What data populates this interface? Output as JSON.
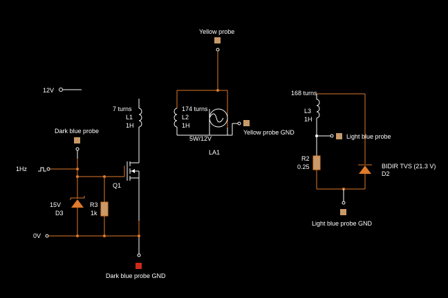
{
  "colors": {
    "background": "#000000",
    "wire_active": "#e07a2c",
    "wire_idle": "#ffffff",
    "probe_fill": "#c89a6a",
    "probe_gnd_red": "#cc2a1a"
  },
  "labels": {
    "v12": "12V",
    "hz": "1Hz",
    "v0": "0V",
    "dark_probe": "Dark blue probe",
    "dark_probe_gnd": "Dark blue probe GND",
    "l1_turns": "7 turns",
    "l1_name": "L1",
    "l1_val": "1H",
    "q1": "Q1",
    "d3_val": "15V",
    "d3_name": "D3",
    "r3_name": "R3",
    "r3_val": "1k",
    "yellow_probe": "Yellow probe",
    "yellow_probe_gnd": "Yellow probe GND",
    "l2_turns": "174 turns",
    "l2_name": "L2",
    "l2_val": "1H",
    "la1_val": "5W/12V",
    "la1_name": "LA1",
    "l3_turns": "168 turns",
    "l3_name": "L3",
    "l3_val": "1H",
    "light_probe": "Light blue probe",
    "light_probe_gnd": "Light blue probe GND",
    "r2_name": "R2",
    "r2_val": "0.25",
    "d2_val": "BIDIR TVS (21.3 V)",
    "d2_name": "D2"
  }
}
